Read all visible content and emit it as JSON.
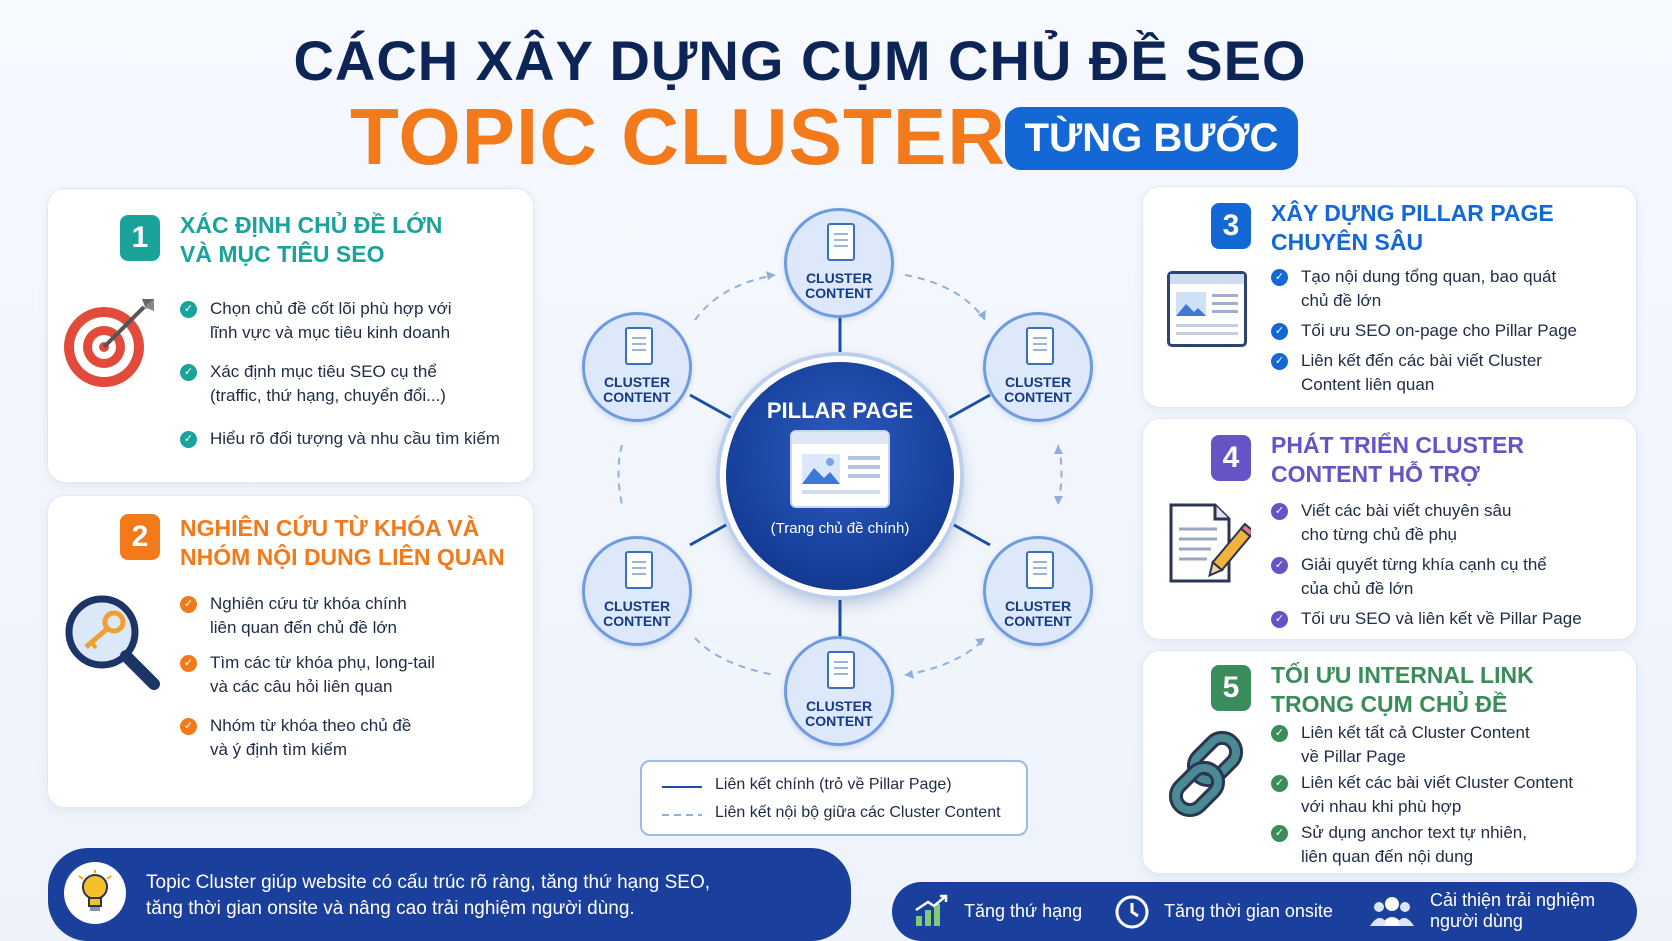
{
  "header": {
    "title_line1": "CÁCH XÂY DỰNG CỤM CHỦ ĐỀ SEO",
    "title_line2": "TOPIC CLUSTER",
    "badge": "TỪNG BƯỚC"
  },
  "colors": {
    "navy": "#0d2456",
    "orange": "#f27a1a",
    "blue": "#1468d6",
    "teal": "#1aa39a",
    "purple": "#6653c6",
    "green": "#3a8d5b"
  },
  "steps": [
    {
      "number": "1",
      "title_line1": "XÁC ĐỊNH CHỦ ĐỀ LỚN",
      "title_line2": "VÀ MỤC TIÊU SEO",
      "icon": "target-icon",
      "bullets": [
        {
          "l1": "Chọn chủ đề cốt lõi phù hợp với",
          "l2": "lĩnh vực và mục tiêu kinh doanh"
        },
        {
          "l1": "Xác định mục tiêu SEO cụ thể",
          "l2": "(traffic, thứ hạng, chuyển đổi...)"
        },
        {
          "l1": "Hiểu rõ đối tượng và nhu cầu tìm kiếm",
          "l2": ""
        }
      ]
    },
    {
      "number": "2",
      "title_line1": "NGHIÊN CỨU TỪ KHÓA VÀ",
      "title_line2": "NHÓM NỘI DUNG LIÊN QUAN",
      "icon": "magnifier-key-icon",
      "bullets": [
        {
          "l1": "Nghiên cứu từ khóa chính",
          "l2": "liên quan đến chủ đề lớn"
        },
        {
          "l1": "Tìm các từ khóa phụ, long-tail",
          "l2": "và các câu hỏi liên quan"
        },
        {
          "l1": "Nhóm từ khóa theo chủ đề",
          "l2": "và ý định tìm kiếm"
        }
      ]
    },
    {
      "number": "3",
      "title_line1": "XÂY DỰNG PILLAR PAGE",
      "title_line2": "CHUYÊN SÂU",
      "icon": "webpage-icon",
      "bullets": [
        {
          "l1": "Tạo nội dung tổng quan, bao quát",
          "l2": "chủ đề lớn"
        },
        {
          "l1": "Tối ưu SEO on-page cho Pillar Page",
          "l2": ""
        },
        {
          "l1": "Liên kết đến các bài viết Cluster",
          "l2": "Content liên quan"
        }
      ]
    },
    {
      "number": "4",
      "title_line1": "PHÁT TRIỂN CLUSTER",
      "title_line2": "CONTENT HỖ TRỢ",
      "icon": "document-pen-icon",
      "bullets": [
        {
          "l1": "Viết các bài viết chuyên sâu",
          "l2": "cho từng chủ đề phụ"
        },
        {
          "l1": "Giải quyết từng khía cạnh cụ thể",
          "l2": "của chủ đề lớn"
        },
        {
          "l1": "Tối ưu SEO và liên kết về Pillar Page",
          "l2": ""
        }
      ]
    },
    {
      "number": "5",
      "title_line1": "TỐI ƯU INTERNAL LINK",
      "title_line2": "TRONG CỤM CHỦ ĐỀ",
      "icon": "chain-link-icon",
      "bullets": [
        {
          "l1": "Liên kết tất cả Cluster Content",
          "l2": "về Pillar Page"
        },
        {
          "l1": "Liên kết các bài viết Cluster Content",
          "l2": "với nhau khi phù hợp"
        },
        {
          "l1": "Sử dụng anchor text tự nhiên,",
          "l2": "liên quan đến nội dung"
        }
      ]
    }
  ],
  "diagram": {
    "pillar_title": "PILLAR PAGE",
    "pillar_subtitle": "(Trang chủ đề chính)",
    "cluster_line1": "CLUSTER",
    "cluster_line2": "CONTENT",
    "legend_main": "Liên kết chính (trỏ về Pillar Page)",
    "legend_internal": "Liên kết nội bộ giữa các Cluster Content"
  },
  "footer": {
    "note_line1": "Topic Cluster giúp website có cấu trúc rõ ràng, tăng thứ hạng SEO,",
    "note_line2": "tăng thời gian onsite và nâng cao trải nghiệm người dùng.",
    "benefit1": "Tăng thứ hạng",
    "benefit2": "Tăng thời gian onsite",
    "benefit3_line1": "Cải thiện trải nghiệm",
    "benefit3_line2": "người dùng"
  }
}
